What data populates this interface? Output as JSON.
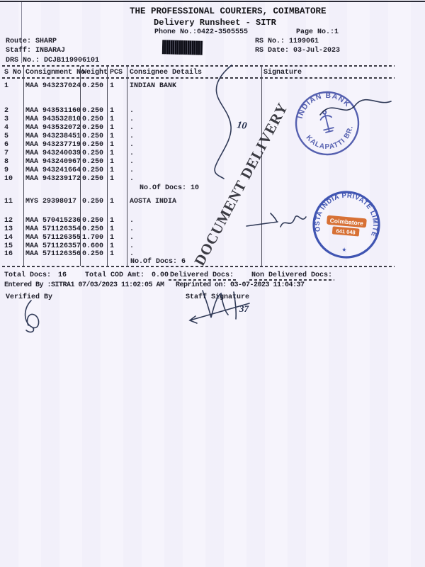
{
  "doc": {
    "title": "THE PROFESSIONAL COURIERS, COIMBATORE",
    "subtitle": "Delivery Runsheet - SITR",
    "phone": "Phone No.:0422-3505555",
    "page_no": "Page No.:1",
    "route": "Route: SHARP",
    "staff": "Staff: INBARAJ",
    "drs_no": "DRS No.: DCJB119906101",
    "rs_no": "RS No.: 1199061",
    "rs_date": "RS Date: 03-Jul-2023"
  },
  "table": {
    "headers": {
      "sno": "S No",
      "consignment": "Consignment No",
      "weight": "Weight",
      "pcs": "PCS",
      "consignee": "Consignee Details",
      "signature": "Signature"
    },
    "rows": [
      {
        "sno": "1",
        "consignment": "MAA 943237024",
        "weight": "0.250",
        "pcs": "1",
        "consignee": "INDIAN BANK"
      },
      {
        "sno": "2",
        "consignment": "MAA 943531160",
        "weight": "0.250",
        "pcs": "1",
        "consignee": "."
      },
      {
        "sno": "3",
        "consignment": "MAA 943532810",
        "weight": "0.250",
        "pcs": "1",
        "consignee": "."
      },
      {
        "sno": "4",
        "consignment": "MAA 943532072",
        "weight": "0.250",
        "pcs": "1",
        "consignee": "."
      },
      {
        "sno": "5",
        "consignment": "MAA 943238451",
        "weight": "0.250",
        "pcs": "1",
        "consignee": "."
      },
      {
        "sno": "6",
        "consignment": "MAA 943237719",
        "weight": "0.250",
        "pcs": "1",
        "consignee": "."
      },
      {
        "sno": "7",
        "consignment": "MAA 943240039",
        "weight": "0.250",
        "pcs": "1",
        "consignee": "."
      },
      {
        "sno": "8",
        "consignment": "MAA 943240967",
        "weight": "0.250",
        "pcs": "1",
        "consignee": "."
      },
      {
        "sno": "9",
        "consignment": "MAA 943241664",
        "weight": "0.250",
        "pcs": "1",
        "consignee": "."
      },
      {
        "sno": "10",
        "consignment": "MAA 943239172",
        "weight": "0.250",
        "pcs": "1",
        "consignee": "."
      },
      {
        "sno": "11",
        "consignment": "MYS 29398017",
        "weight": "0.250",
        "pcs": "1",
        "consignee": "AOSTA INDIA"
      },
      {
        "sno": "12",
        "consignment": "MAA 570415236",
        "weight": "0.250",
        "pcs": "1",
        "consignee": "."
      },
      {
        "sno": "13",
        "consignment": "MAA 571126354",
        "weight": "0.250",
        "pcs": "1",
        "consignee": "."
      },
      {
        "sno": "14",
        "consignment": "MAA 571126355",
        "weight": "1.700",
        "pcs": "1",
        "consignee": "."
      },
      {
        "sno": "15",
        "consignment": "MAA 571126357",
        "weight": "0.600",
        "pcs": "1",
        "consignee": "."
      },
      {
        "sno": "16",
        "consignment": "MAA 571126356",
        "weight": "0.250",
        "pcs": "1",
        "consignee": "."
      }
    ],
    "group1_docs": "No.Of Docs: 10",
    "group2_docs": "No.Of Docs: 6"
  },
  "footer": {
    "total_docs_label": "Total Docs:",
    "total_docs_value": "16",
    "total_cod_label": "Total COD Amt:",
    "total_cod_value": "0.00",
    "delivered_label": "Delivered Docs:",
    "non_delivered_label": "Non Delivered Docs:",
    "entered_by": "Entered By :SITRA1 07/03/2023 11:02:05 AM",
    "reprinted": "Reprinted on: 03-07-2023 11:04:37",
    "verified_by": "Verified By",
    "staff_signature": "Staff Signature"
  },
  "watermark": "DOCUMENT DELIVERY",
  "stamps": {
    "indian_bank": {
      "line1": "INDIAN BANK",
      "line2": "KALAPATTI BR.",
      "color": "#32409f"
    },
    "aosta": {
      "ring": "AOSTA INDIA PRIVATE LIMITED",
      "center1": "Coimbatore",
      "center2": "641 048",
      "star": "★",
      "ring_color": "#2840a8",
      "center_color": "#d4601a"
    }
  },
  "annotations": {
    "brace_count": "10",
    "number_hand": "37"
  }
}
